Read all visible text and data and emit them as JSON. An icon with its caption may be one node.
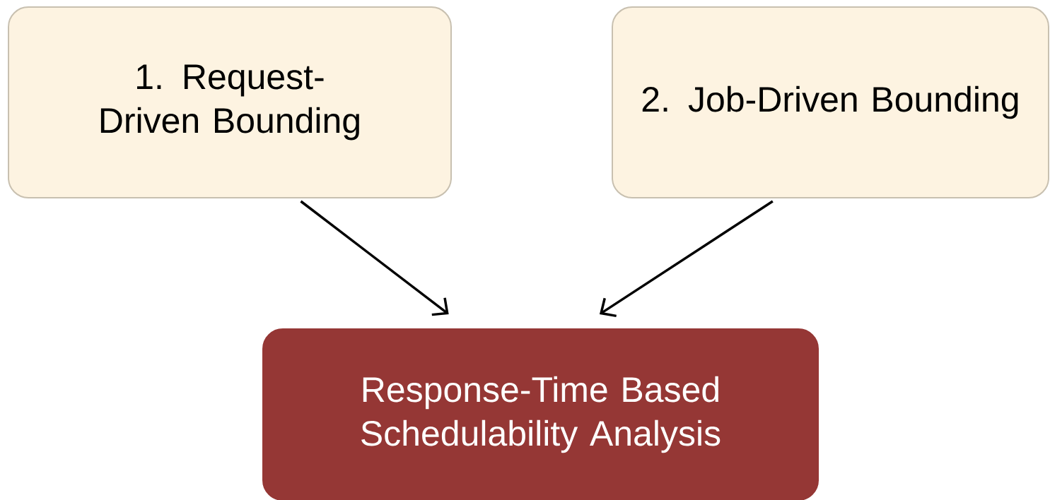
{
  "diagram": {
    "nodes": [
      {
        "text": [
          "1. Request-Driven Bounding"
        ]
      },
      {
        "text": [
          "2. Job-Driven Bounding"
        ]
      },
      {
        "text": [
          "Response-Time Based Schedulability Analysis"
        ]
      }
    ],
    "edges": [
      {
        "from": 0,
        "to": 2,
        "arrow": "to"
      },
      {
        "from": 1,
        "to": 2,
        "arrow": "to"
      }
    ]
  }
}
